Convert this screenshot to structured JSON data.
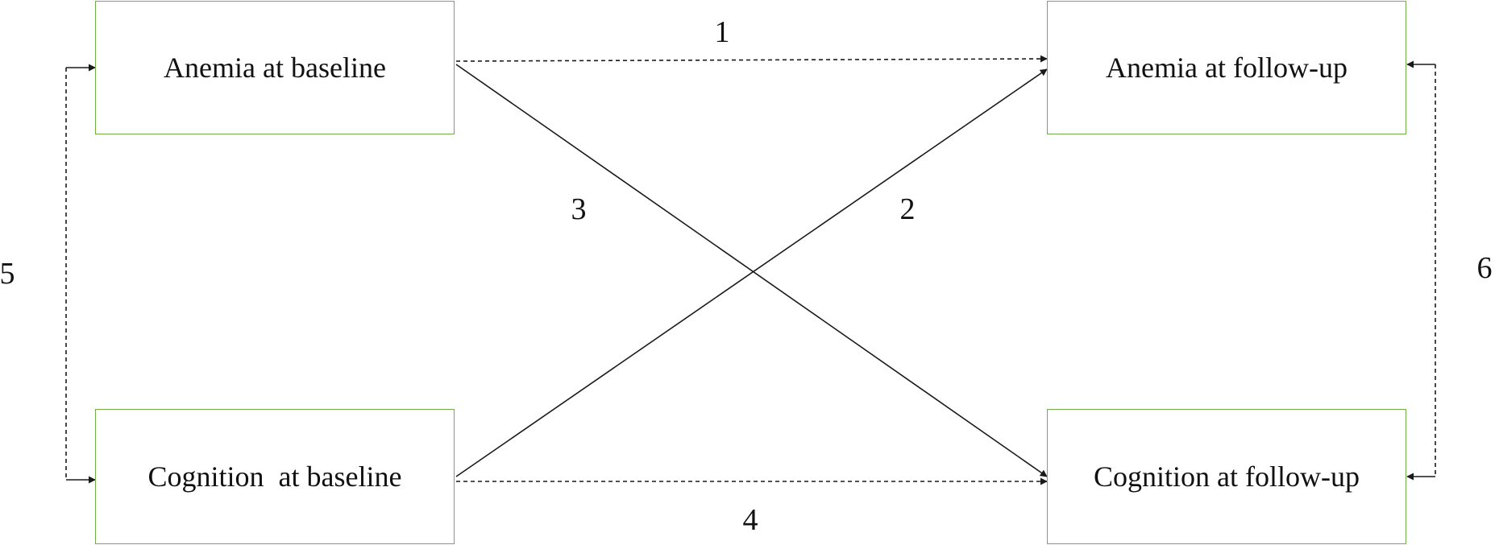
{
  "nodes": {
    "anemia_baseline": "Anemia at baseline",
    "cognition_baseline": "Cognition  at baseline",
    "anemia_followup": "Anemia at follow-up",
    "cognition_followup": "Cognition at follow-up"
  },
  "paths": [
    {
      "label": "1",
      "from": "Anemia at baseline",
      "to": "Anemia at follow-up",
      "style": "dashed"
    },
    {
      "label": "2",
      "from": "Cognition  at baseline",
      "to": "Anemia at follow-up",
      "style": "solid"
    },
    {
      "label": "3",
      "from": "Anemia at baseline",
      "to": "Cognition at follow-up",
      "style": "solid"
    },
    {
      "label": "4",
      "from": "Cognition  at baseline",
      "to": "Cognition at follow-up",
      "style": "dashed"
    },
    {
      "label": "5",
      "from": "Anemia at baseline",
      "to": "Cognition  at baseline",
      "style": "dashed"
    },
    {
      "label": "6",
      "from": "Anemia at follow-up",
      "to": "Cognition at follow-up",
      "style": "dashed"
    }
  ],
  "colors": {
    "box_border": "#70ad47",
    "line": "#1a1a1a",
    "text": "#111111"
  }
}
